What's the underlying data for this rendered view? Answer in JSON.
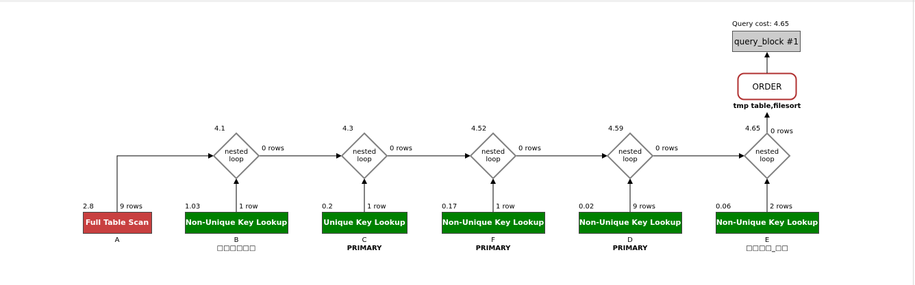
{
  "colors": {
    "full_scan": "#c84040",
    "lookup": "#008000",
    "query_block": "#cccccc",
    "order_border": "#b03030",
    "diamond_border": "#808080"
  },
  "query_block": {
    "cost_text": "Query cost: 4.65",
    "label": "query_block #1"
  },
  "order": {
    "label": "ORDER",
    "sublabel": "tmp table,filesort",
    "rows": "0 rows"
  },
  "nested_loops": [
    {
      "cost": "4.1",
      "line1": "nested",
      "line2": "loop",
      "rows": "0 rows"
    },
    {
      "cost": "4.3",
      "line1": "nested",
      "line2": "loop",
      "rows": "0 rows"
    },
    {
      "cost": "4.52",
      "line1": "nested",
      "line2": "loop",
      "rows": "0 rows"
    },
    {
      "cost": "4.59",
      "line1": "nested",
      "line2": "loop",
      "rows": "0 rows"
    },
    {
      "cost": "4.65",
      "line1": "nested",
      "line2": "loop",
      "rows": ""
    }
  ],
  "tables": [
    {
      "label": "Full Table Scan",
      "type": "full_scan",
      "cost": "2.8",
      "rows": "9 rows",
      "alias": "A",
      "key": ""
    },
    {
      "label": "Non-Unique Key Lookup",
      "type": "lookup",
      "cost": "1.03",
      "rows": "1 row",
      "alias": "B",
      "key": "□□□□□□"
    },
    {
      "label": "Unique Key Lookup",
      "type": "lookup",
      "cost": "0.2",
      "rows": "1 row",
      "alias": "C",
      "key": "PRIMARY"
    },
    {
      "label": "Non-Unique Key Lookup",
      "type": "lookup",
      "cost": "0.17",
      "rows": "1 row",
      "alias": "F",
      "key": "PRIMARY"
    },
    {
      "label": "Non-Unique Key Lookup",
      "type": "lookup",
      "cost": "0.02",
      "rows": "9 rows",
      "alias": "D",
      "key": "PRIMARY"
    },
    {
      "label": "Non-Unique Key Lookup",
      "type": "lookup",
      "cost": "0.06",
      "rows": "2 rows",
      "alias": "E",
      "key": "□□□□_□□"
    }
  ]
}
